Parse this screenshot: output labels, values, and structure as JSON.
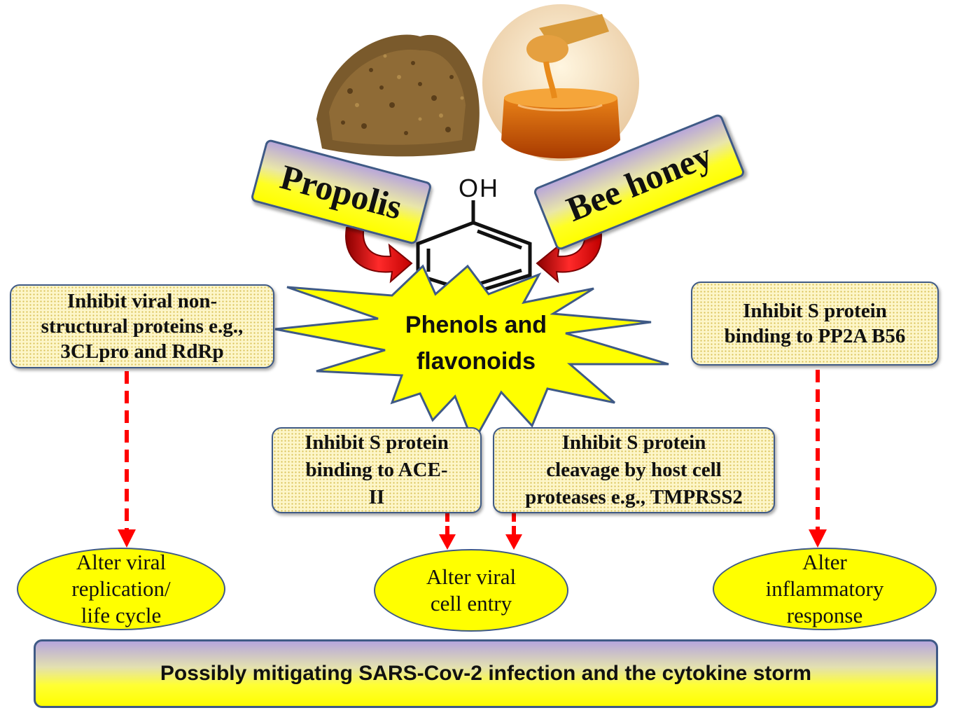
{
  "sources": {
    "propolis": "Propolis",
    "bee_honey": "Bee honey"
  },
  "molecule": {
    "label": "OH"
  },
  "center": {
    "line1": "Phenols and",
    "line2": "flavonoids"
  },
  "mechanisms": {
    "left": [
      "Inhibit viral non-",
      "structural proteins e.g.,",
      "3CLpro and RdRp"
    ],
    "right": [
      "Inhibit S protein",
      "binding to PP2A B56"
    ],
    "center_left": [
      "Inhibit S protein",
      "binding to ACE-",
      "II"
    ],
    "center_right": [
      "Inhibit S protein",
      "cleavage by host cell",
      "proteases e.g., TMPRSS2"
    ]
  },
  "outcomes": {
    "left": [
      "Alter viral",
      "replication/",
      "life cycle"
    ],
    "middle": [
      "Alter viral",
      "cell entry"
    ],
    "right": [
      "Alter",
      "inflammatory",
      "response"
    ]
  },
  "banner": "Possibly mitigating SARS-Cov-2 infection and the cytokine storm",
  "colors": {
    "box_border": "#3f5a86",
    "oval_fill": "#ffff00",
    "star_fill": "#ffff00",
    "arrow_red": "#ff0000"
  }
}
